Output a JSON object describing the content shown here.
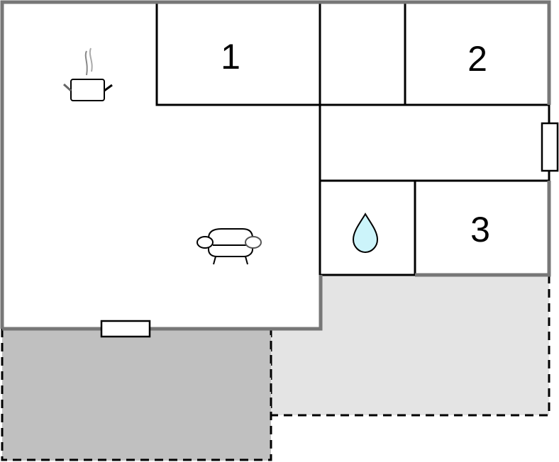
{
  "floorplan": {
    "colors": {
      "background": "#ffffff",
      "outer_wall": "#777777",
      "inner_wall": "#000000",
      "terrace_dark": "#c0c0c0",
      "terrace_light": "#e4e4e4",
      "water_drop": "#ccf4fa"
    },
    "rooms": [
      {
        "id": "bedroom-1",
        "label": "1"
      },
      {
        "id": "bedroom-2",
        "label": "2"
      },
      {
        "id": "bedroom-3",
        "label": "3"
      }
    ],
    "icons": [
      {
        "name": "kitchen-pot-icon",
        "room": "living-kitchen"
      },
      {
        "name": "sofa-icon",
        "room": "living-kitchen"
      },
      {
        "name": "water-drop-icon",
        "room": "bathroom"
      }
    ],
    "windows": [
      {
        "name": "window-south",
        "wall": "bottom"
      },
      {
        "name": "window-east",
        "wall": "right"
      }
    ],
    "terraces": [
      {
        "name": "terrace-covered",
        "shade": "dark"
      },
      {
        "name": "terrace-open",
        "shade": "light"
      }
    ]
  }
}
